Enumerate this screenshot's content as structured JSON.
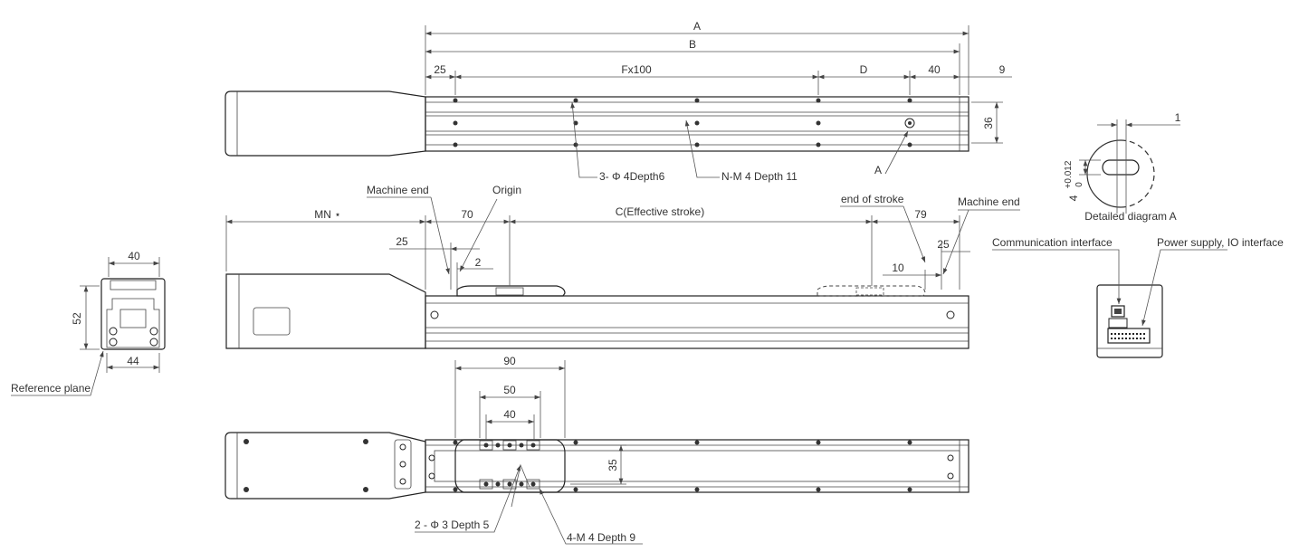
{
  "colors": {
    "line": "#222222",
    "text": "#333333",
    "background": "#ffffff"
  },
  "top_view": {
    "dim_A": "A",
    "dim_B": "B",
    "dim_25": "25",
    "dim_Fx100": "Fx100",
    "dim_D": "D",
    "dim_40": "40",
    "dim_9": "9",
    "dim_36": "36",
    "callout_holes": "3- Φ 4Depth6",
    "callout_taps": "N-M 4 Depth 11",
    "callout_A": "A"
  },
  "side_view": {
    "label_machine_end_left": "Machine end",
    "label_origin": "Origin",
    "dim_MN": "MN ⋆",
    "dim_70": "70",
    "dim_C": "C(Effective stroke)",
    "label_end_of_stroke": "end of stroke",
    "dim_79": "79",
    "label_machine_end_right": "Machine end",
    "dim_25_left": "25",
    "dim_2": "2",
    "dim_25_right": "25",
    "dim_10": "10"
  },
  "end_view": {
    "dim_40": "40",
    "dim_52": "52",
    "dim_44": "44",
    "label_reference_plane": "Reference plane"
  },
  "detail": {
    "dim_1": "1",
    "dim_4": "4",
    "tol_upper": "+0.012",
    "tol_lower": "0",
    "caption": "Detailed diagram A"
  },
  "connectors": {
    "label_communication": "Communication interface",
    "label_power_io": "Power supply, IO interface"
  },
  "bottom_view": {
    "dim_90": "90",
    "dim_50": "50",
    "dim_40": "40",
    "dim_35": "35",
    "callout_holes": "2 - Φ 3 Depth 5",
    "callout_taps": "4-M 4 Depth 9"
  }
}
